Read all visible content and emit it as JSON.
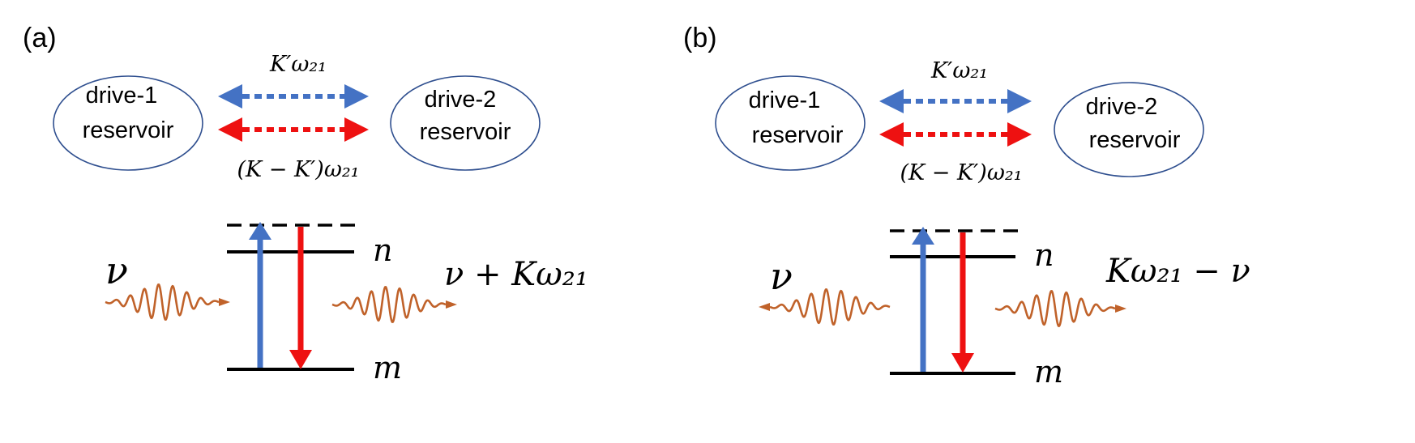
{
  "colors": {
    "blue": "#4472C4",
    "red": "#EE1111",
    "wave": "#C0622A",
    "line": "#000000",
    "ellipse": "#2F4F8F"
  },
  "panels": [
    {
      "label": "(a)",
      "reservoir_left": {
        "line1": "drive-1",
        "line2": "reservoir"
      },
      "reservoir_right": {
        "line1": "drive-2",
        "line2": "reservoir"
      },
      "upper_coupling": "K′ω₂₁",
      "lower_coupling": "(K − K′)ω₂₁",
      "level_upper": "n",
      "level_lower": "m",
      "input_freq": "ν",
      "output_freq": "ν + Kω₂₁",
      "input_wave_direction": "right"
    },
    {
      "label": "(b)",
      "reservoir_left": {
        "line1": "drive-1",
        "line2": "reservoir"
      },
      "reservoir_right": {
        "line1": "drive-2",
        "line2": "reservoir"
      },
      "upper_coupling": "K′ω₂₁",
      "lower_coupling": "(K − K′)ω₂₁",
      "level_upper": "n",
      "level_lower": "m",
      "input_freq": "ν",
      "output_freq": "Kω₂₁ − ν",
      "input_wave_direction": "left"
    }
  ]
}
